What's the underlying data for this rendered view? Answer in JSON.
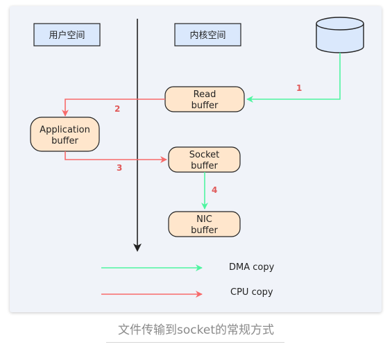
{
  "diagram": {
    "regions": {
      "user_space": "用户空间",
      "kernel_space": "内核空间"
    },
    "nodes": {
      "read_buffer": [
        "Read",
        "buffer"
      ],
      "application_buffer": [
        "Application",
        "buffer"
      ],
      "socket_buffer": [
        "Socket",
        "buffer"
      ],
      "nic_buffer": [
        "NIC",
        "buffer"
      ]
    },
    "steps": [
      "1",
      "2",
      "3",
      "4"
    ],
    "legend": {
      "dma": "DMA copy",
      "cpu": "CPU copy"
    },
    "colors": {
      "dma": "#4ef5a0",
      "cpu": "#f76a6a",
      "node_fill": "#ffe6cc",
      "region_fill": "#dae8fc",
      "disk_fill": "#dae8fc",
      "divider": "#222222"
    }
  },
  "caption": "文件传输到socket的常规方式"
}
